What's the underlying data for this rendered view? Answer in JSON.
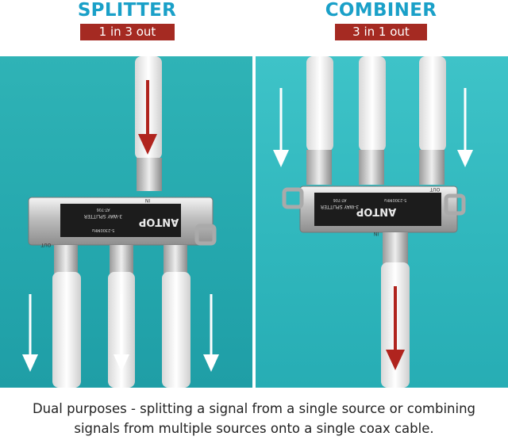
{
  "splitter": {
    "title": "SPLITTER",
    "badge": "1 in 3 out",
    "device": {
      "brand": "ANTOP",
      "model": "AT-706",
      "name": "3-WAY SPLITTER",
      "freq": "5-2300MHz",
      "port_in": "IN",
      "port_out": "OUT"
    }
  },
  "combiner": {
    "title": "COMBINER",
    "badge": "3 in 1 out",
    "device": {
      "brand": "ANTOP",
      "model": "AT-706",
      "name": "3-WAY SPLITTER",
      "freq": "5-2300MHz",
      "port_in": "IN",
      "port_out": "OUT"
    }
  },
  "caption": {
    "line1": "Dual purposes - splitting a signal from a single source or combining",
    "line2": "signals from multiple sources onto a single coax cable."
  },
  "colors": {
    "heading": "#1aa0c8",
    "badge": "#a52a22",
    "teal": "#2ab0b4",
    "arrow_red": "#b0241e",
    "arrow_white": "#ffffff"
  }
}
